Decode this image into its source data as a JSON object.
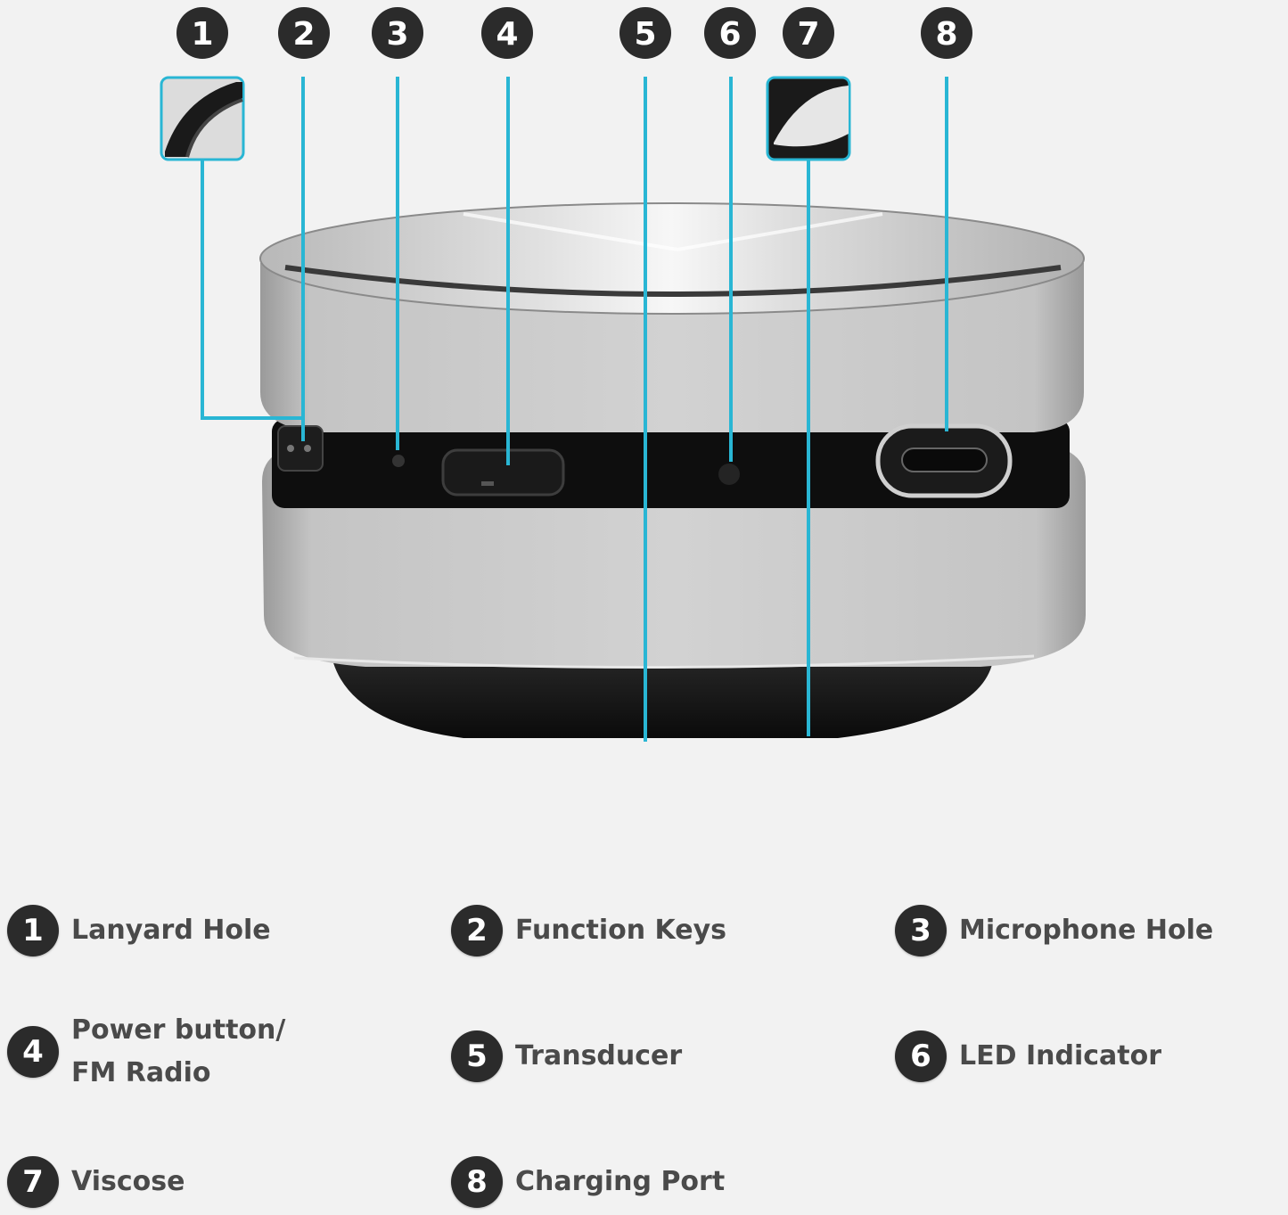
{
  "colors": {
    "background": "#f2f2f2",
    "leader_line": "#29b6d4",
    "badge": "#2b2b2b",
    "label_text": "#4a4a4a",
    "speaker_silver": "#c9c9c9",
    "speaker_black": "#111111"
  },
  "markers": [
    {
      "number": "1"
    },
    {
      "number": "2"
    },
    {
      "number": "3"
    },
    {
      "number": "4"
    },
    {
      "number": "5"
    },
    {
      "number": "6"
    },
    {
      "number": "7"
    },
    {
      "number": "8"
    }
  ],
  "legend": [
    {
      "number": "1",
      "lines": [
        "Lanyard Hole"
      ]
    },
    {
      "number": "2",
      "lines": [
        "Function Keys"
      ]
    },
    {
      "number": "3",
      "lines": [
        "Microphone Hole"
      ]
    },
    {
      "number": "4",
      "lines": [
        "Power button/",
        "FM Radio"
      ]
    },
    {
      "number": "5",
      "lines": [
        "Transducer"
      ]
    },
    {
      "number": "6",
      "lines": [
        "LED Indicator"
      ]
    },
    {
      "number": "7",
      "lines": [
        "Viscose"
      ]
    },
    {
      "number": "8",
      "lines": [
        "Charging Port"
      ]
    }
  ]
}
